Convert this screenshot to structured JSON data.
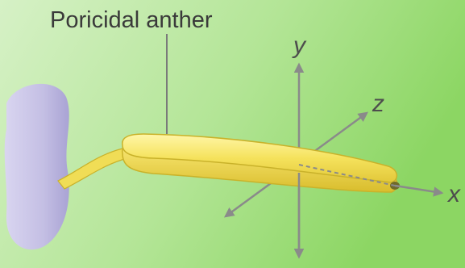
{
  "diagram": {
    "callout_label": "Poricidal anther",
    "axes": {
      "x": "x",
      "y": "y",
      "z": "z"
    }
  },
  "colors": {
    "background_light": "#d2efc1",
    "background_dark": "#8fd866",
    "petal": "#c7c2e6",
    "anther": "#f7e86a",
    "anther_outline": "#cbb52a",
    "axis": "#8a8a8a",
    "callout_line": "#7a7a7a"
  }
}
